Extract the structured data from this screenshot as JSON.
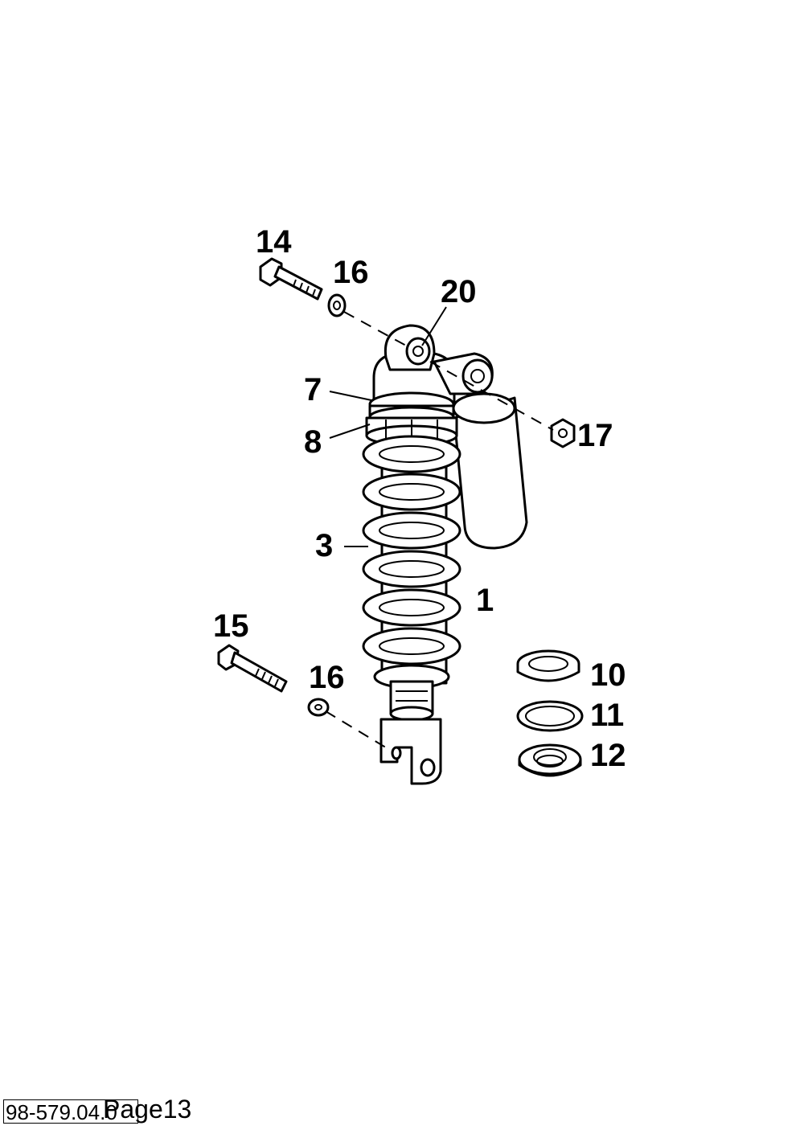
{
  "callouts": [
    {
      "id": "shock-absorber",
      "label": "1"
    },
    {
      "id": "spring",
      "label": "3"
    },
    {
      "id": "adjuster-ring",
      "label": "7"
    },
    {
      "id": "lock-ring",
      "label": "8"
    },
    {
      "id": "seat-ring",
      "label": "10"
    },
    {
      "id": "shim",
      "label": "11"
    },
    {
      "id": "spring-seat",
      "label": "12"
    },
    {
      "id": "upper-bolt",
      "label": "14"
    },
    {
      "id": "lower-bolt",
      "label": "15"
    },
    {
      "id": "upper-washer",
      "label": "16"
    },
    {
      "id": "lower-washer",
      "label": "16"
    },
    {
      "id": "nut",
      "label": "17"
    },
    {
      "id": "upper-bushing",
      "label": "20"
    }
  ],
  "footer": {
    "doc_code": "98-579.04.0",
    "page_label": "Page13"
  }
}
